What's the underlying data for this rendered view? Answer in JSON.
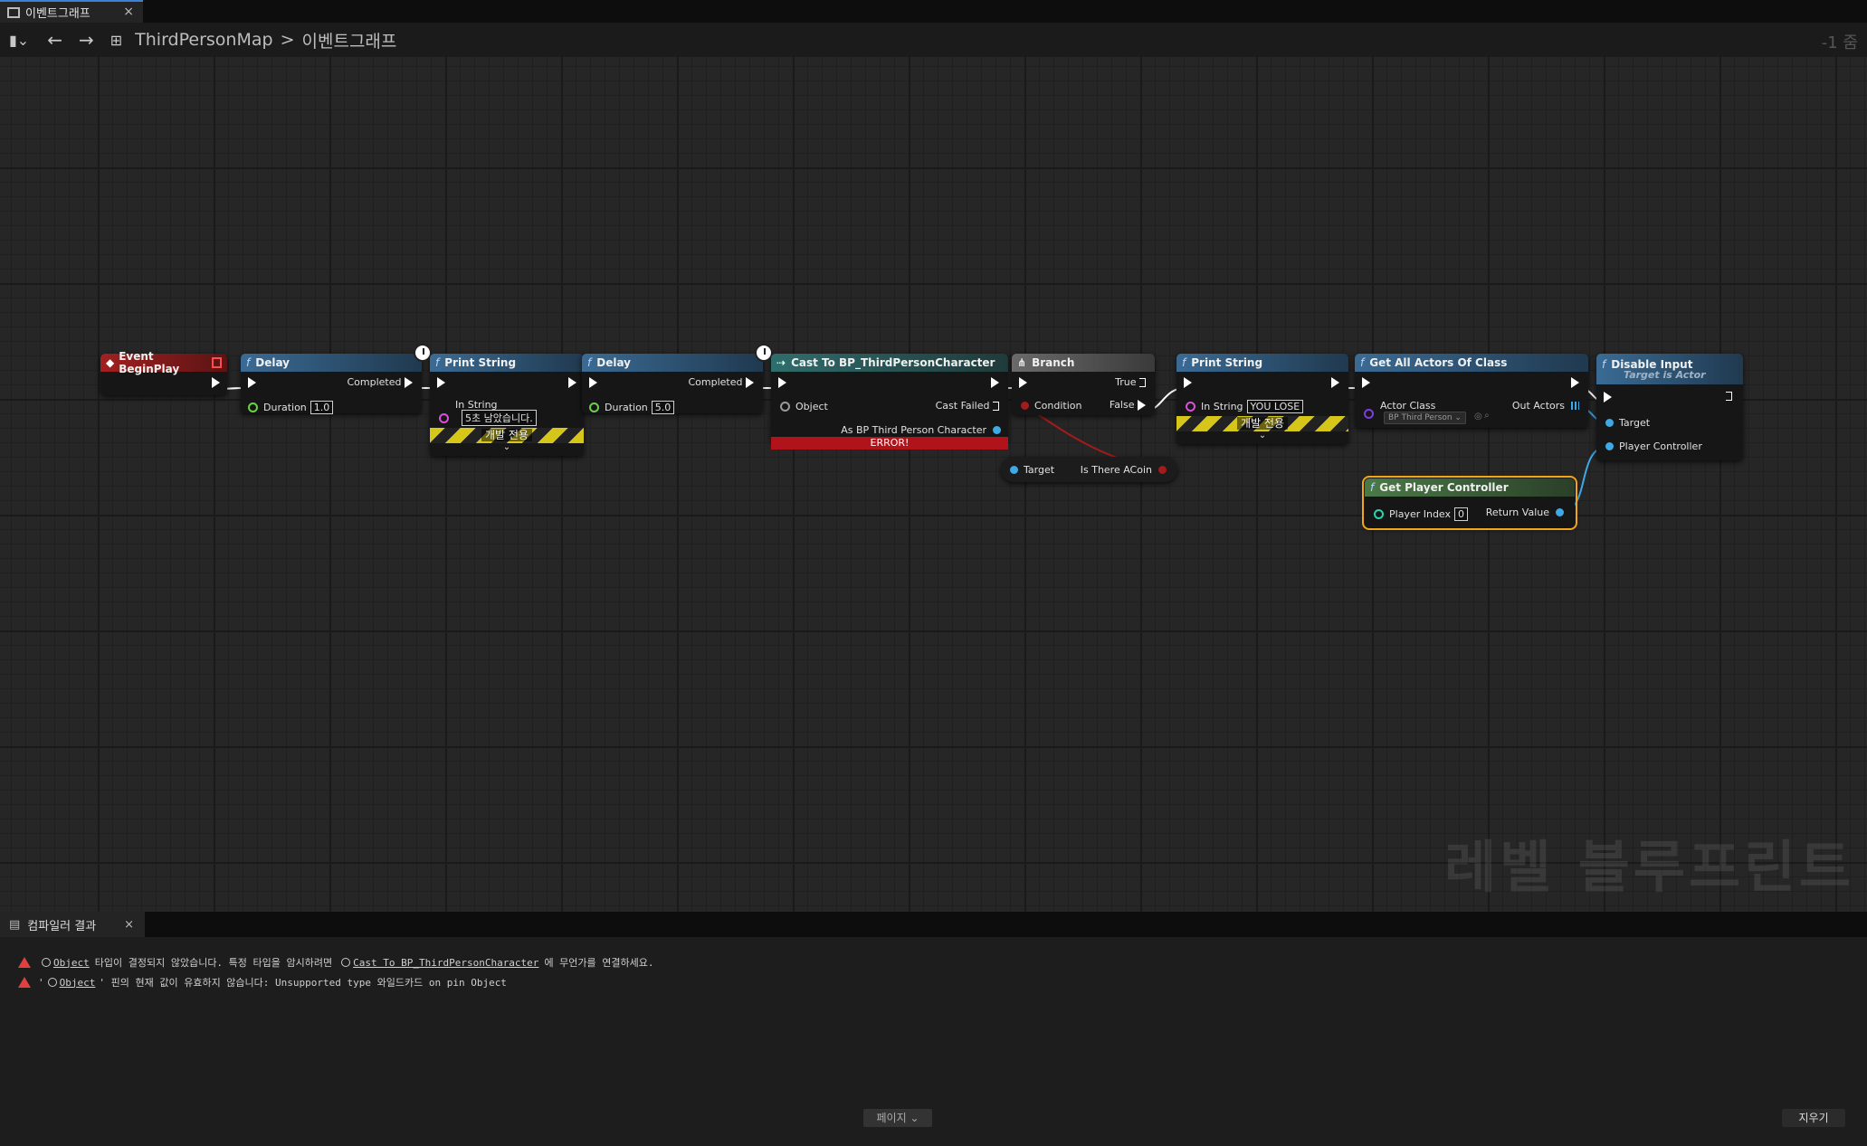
{
  "tab": {
    "title": "이벤트그래프",
    "close": "×"
  },
  "toolbar": {
    "breadcrumb_map": "ThirdPersonMap",
    "breadcrumb_sep": ">",
    "breadcrumb_graph": "이벤트그래프",
    "zoom": "-1 줌"
  },
  "watermark": "레벨 블루프린트",
  "nodes": {
    "event_begin_play": {
      "title": "Event BeginPlay"
    },
    "delay1": {
      "title": "Delay",
      "completed": "Completed",
      "duration_label": "Duration",
      "duration_value": "1.0"
    },
    "print1": {
      "title": "Print String",
      "in_string_label": "In String",
      "in_string_value": "5초 남았습니다.",
      "dev_only": "개발 전용"
    },
    "delay2": {
      "title": "Delay",
      "completed": "Completed",
      "duration_label": "Duration",
      "duration_value": "5.0"
    },
    "cast": {
      "title": "Cast To BP_ThirdPersonCharacter",
      "object": "Object",
      "cast_failed": "Cast Failed",
      "as_bp": "As BP Third Person Character",
      "error": "ERROR!"
    },
    "branch": {
      "title": "Branch",
      "true_label": "True",
      "false_label": "False",
      "condition": "Condition"
    },
    "is_there": {
      "target": "Target",
      "output": "Is There ACoin"
    },
    "print2": {
      "title": "Print String",
      "in_string_label": "In String",
      "in_string_value": "YOU LOSE",
      "dev_only": "개발 전용"
    },
    "get_all": {
      "title": "Get All Actors Of Class",
      "actor_class": "Actor Class",
      "out_actors": "Out Actors",
      "class_value": "BP Third Person"
    },
    "disable_input": {
      "title": "Disable Input",
      "subtitle": "Target is Actor",
      "target": "Target",
      "player_controller": "Player Controller"
    },
    "get_pc": {
      "title": "Get Player Controller",
      "player_index": "Player Index",
      "player_index_value": "0",
      "return_value": "Return Value"
    }
  },
  "compiler": {
    "tab_title": "컴파일러 결과",
    "close": "×",
    "messages": [
      {
        "link1": "Object",
        "text1": "타입이 결정되지 않았습니다. 특정 타입을 암시하려면",
        "link2": "Cast To BP_ThirdPersonCharacter",
        "text2": "에 무언가를 연결하세요."
      },
      {
        "prefix": "'",
        "link1": "Object",
        "text1": "' 핀의 현재 값이 유효하지 않습니다: Unsupported type 와일드카드 on pin Object"
      }
    ],
    "page_button": "페이지",
    "clear_button": "지우기"
  },
  "colors": {
    "accent": "#3b82d6",
    "error": "#b0131a",
    "selected_outline": "#f2a51a"
  }
}
